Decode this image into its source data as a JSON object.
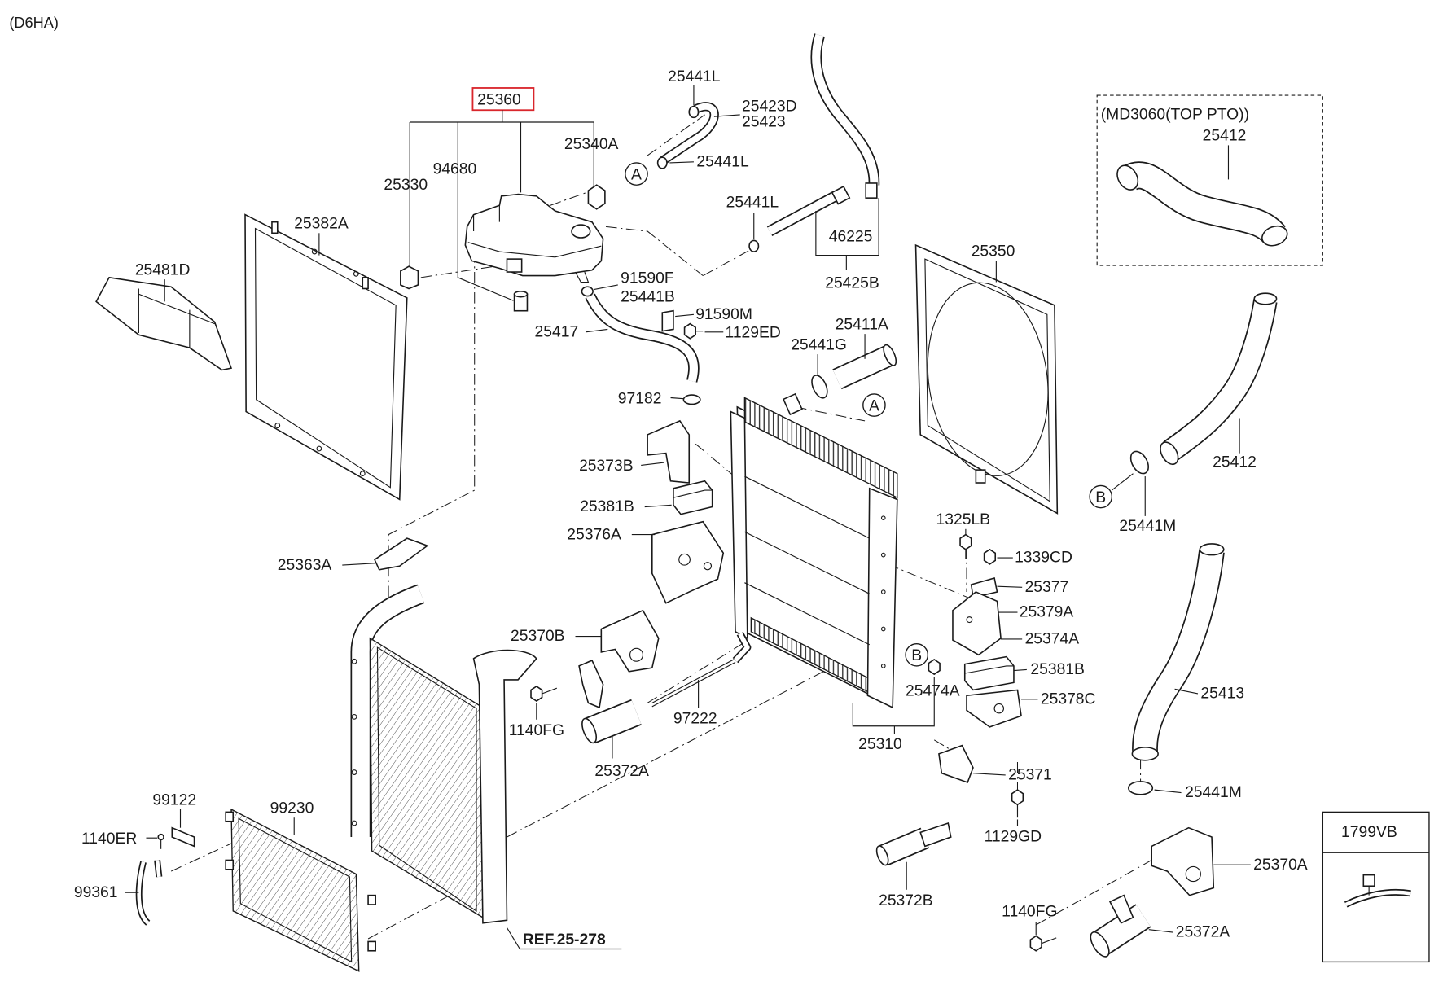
{
  "header": {
    "engine_code": "(D6HA)"
  },
  "callouts": {
    "reservoir_assembly": "25360",
    "clamp_upper_1": "25441L",
    "hose_upper_d": "25423D",
    "hose_upper": "25423",
    "reservoir_cap": "25340A",
    "clamp_upper_2": "25441L",
    "reservoir_sensor": "25330",
    "level_switch": "94680",
    "radiator_frame": "25382A",
    "clamp_upper_3": "25441L",
    "fitting": "46225",
    "pipe_assembly": "25425B",
    "air_guide": "25481D",
    "clip_f": "91590F",
    "clamp_b": "25441B",
    "clip_m": "91590M",
    "bolt_ed": "1129ED",
    "overflow_hose": "25417",
    "inlet_hose": "25411A",
    "clamp_g": "25441G",
    "clamp_97182": "97182",
    "bracket_373b": "25373B",
    "insulator_left": "25381B",
    "bracket_376a": "25376A",
    "bracket_363a": "25363A",
    "bracket_370b": "25370B",
    "bolt_fg_left": "1140FG",
    "drain_cock": "97222",
    "hose_372a_left": "25372A",
    "nut_474a": "25474A",
    "radiator": "25310",
    "bracket_371": "25371",
    "bolt_gd": "1129GD",
    "hose_372b": "25372B",
    "bracket_99122": "99122",
    "condenser": "99230",
    "bolt_er": "1140ER",
    "pipe_99361": "99361",
    "reference": "REF.25-278",
    "shroud": "25350",
    "pto_variant_title": "(MD3060(TOP PTO))",
    "hose_412_pto": "25412",
    "hose_412": "25412",
    "clamp_m_upper": "25441M",
    "bolt_lb": "1325LB",
    "nut_cd": "1339CD",
    "bracket_377": "25377",
    "stud_379a": "25379A",
    "bracket_374a": "25374A",
    "insulator_right": "25381B",
    "bracket_378c": "25378C",
    "hose_413": "25413",
    "clamp_m_lower": "25441M",
    "tie_1799vb": "1799VB",
    "bracket_370a": "25370A",
    "bolt_fg_right": "1140FG",
    "hose_372a_right": "25372A"
  },
  "connectors": {
    "a_top": "A",
    "a_mid": "A",
    "b_mid": "B",
    "b_right": "B"
  },
  "colors": {
    "highlight": "#d9262c",
    "line": "#1a1a1a"
  }
}
